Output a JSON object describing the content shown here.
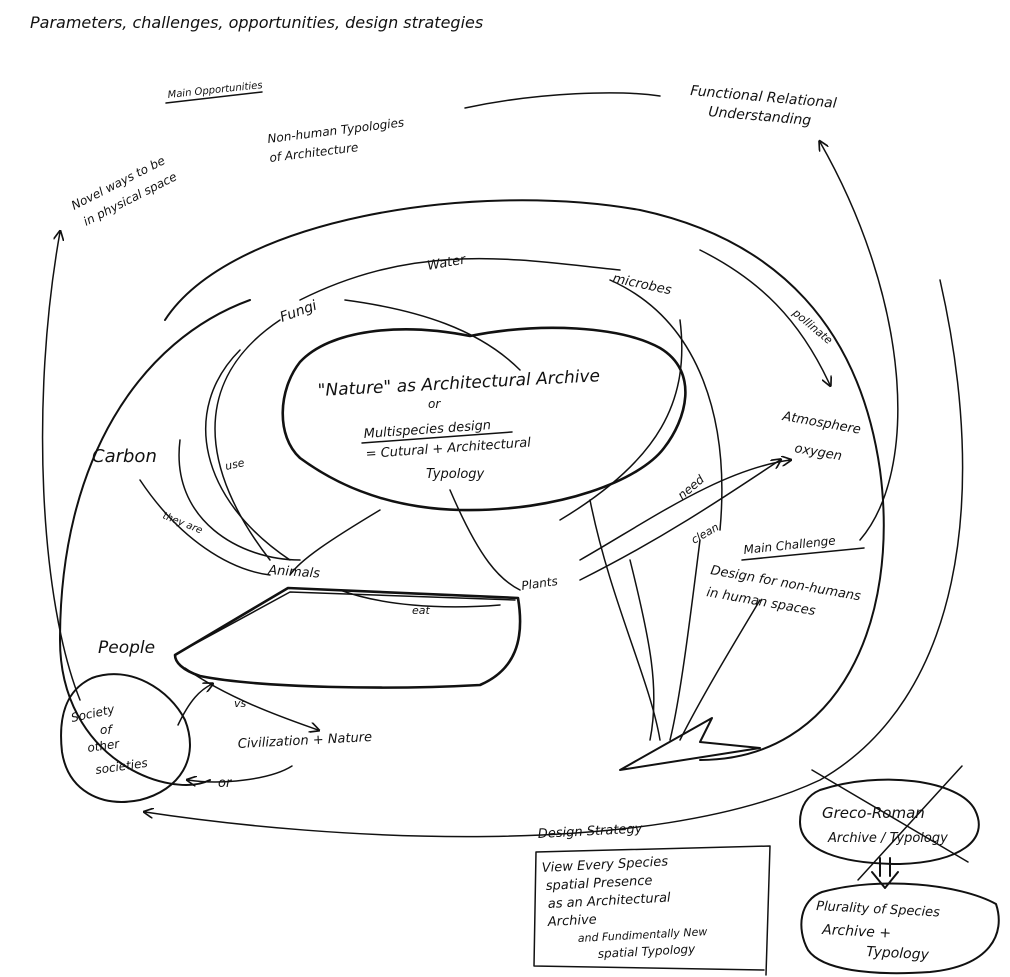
{
  "title": "Parameters, challenges, opportunities, design strategies",
  "main_opportunities": {
    "heading": "Main Opportunities",
    "items": [
      "Non-human Typologies",
      "of Architecture",
      "Novel ways to be",
      "in physical space"
    ]
  },
  "functional": [
    "Functional Relational",
    "Understanding"
  ],
  "center": {
    "line1": "\"Nature\" as Architectural Archive",
    "line2": "or",
    "line3": "Multispecies design",
    "line4": "= Cutural + Architectural",
    "line5": "Typology"
  },
  "nodes": {
    "water": "Water",
    "fungi": "Fungi",
    "microbes": "microbes",
    "pollinate": "pollinate",
    "atmosphere": "Atmosphere",
    "oxygen": "oxygen",
    "carbon": "Carbon",
    "use": "use",
    "they_are": "they are",
    "need": "need",
    "clean": "clean",
    "animals": "Animals",
    "plants": "Plants",
    "eat": "eat",
    "people": "People",
    "vs": "vs",
    "civilization": "Civilization + Nature",
    "or_small": "or",
    "society": [
      "Society",
      "of",
      "other",
      "societies"
    ]
  },
  "challenge": {
    "heading": "Main Challenge",
    "lines": [
      "Design for non-humans",
      "in human spaces"
    ]
  },
  "design_strategy": {
    "heading": "Design Strategy",
    "lines": [
      "View Every Species",
      "spatial Presence",
      "as an Architectural",
      "Archive",
      "and Fundimentally New",
      "spatial Typology"
    ]
  },
  "greco": [
    "Greco-Roman",
    "Archive / Typology"
  ],
  "plurality": [
    "Plurality of Species",
    "Archive +",
    "Typology"
  ]
}
